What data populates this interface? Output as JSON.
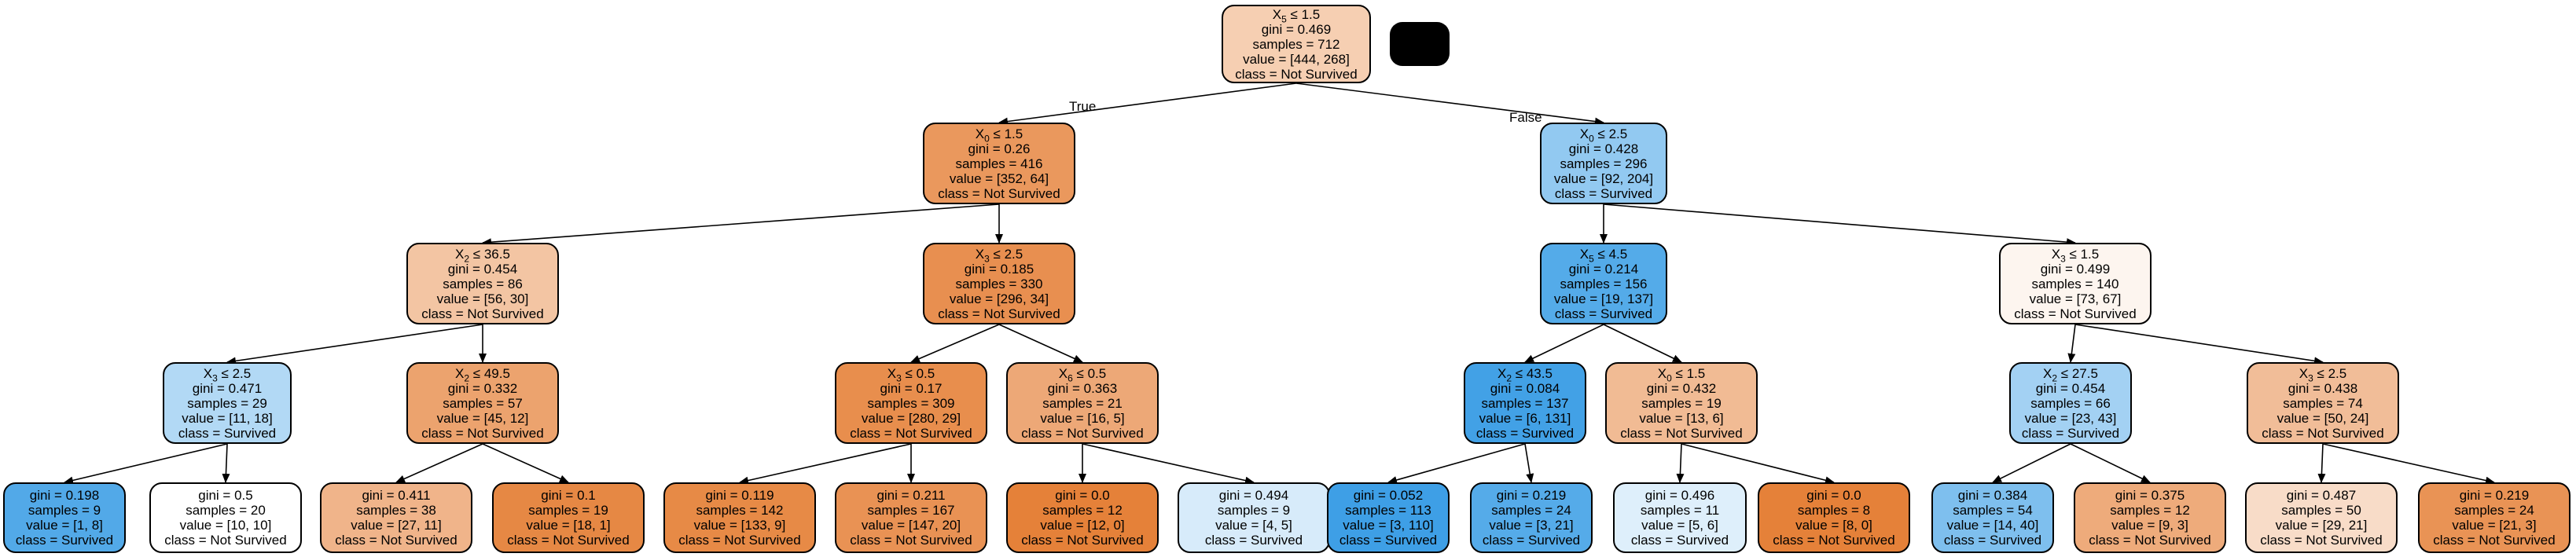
{
  "tree": {
    "edge_labels": {
      "true_label": "True",
      "false_label": "False"
    },
    "nodes": [
      {
        "id": "n0",
        "feature": "X",
        "feature_index": "5",
        "cond": "≤ 1.5",
        "gini": "gini = 0.469",
        "samples": "samples = 712",
        "value": "value = [444, 268]",
        "cls": "class = Not Survived",
        "fill": "#f6cfb2"
      },
      {
        "id": "n1",
        "feature": "X",
        "feature_index": "0",
        "cond": "≤ 1.5",
        "gini": "gini = 0.26",
        "samples": "samples = 416",
        "value": "value = [352, 64]",
        "cls": "class = Not Survived",
        "fill": "#ea985d"
      },
      {
        "id": "n2",
        "feature": "X",
        "feature_index": "0",
        "cond": "≤ 2.5",
        "gini": "gini = 0.428",
        "samples": "samples = 296",
        "value": "value = [92, 204]",
        "cls": "class = Survived",
        "fill": "#92c9f1"
      },
      {
        "id": "n3",
        "feature": "X",
        "feature_index": "2",
        "cond": "≤ 36.5",
        "gini": "gini = 0.454",
        "samples": "samples = 86",
        "value": "value = [56, 30]",
        "cls": "class = Not Survived",
        "fill": "#f3c5a3"
      },
      {
        "id": "n4",
        "feature": "X",
        "feature_index": "3",
        "cond": "≤ 2.5",
        "gini": "gini = 0.185",
        "samples": "samples = 330",
        "value": "value = [296, 34]",
        "cls": "class = Not Survived",
        "fill": "#e88f50"
      },
      {
        "id": "n5",
        "feature": "X",
        "feature_index": "5",
        "cond": "≤ 4.5",
        "gini": "gini = 0.214",
        "samples": "samples = 156",
        "value": "value = [19, 137]",
        "cls": "class = Survived",
        "fill": "#54abe9"
      },
      {
        "id": "n6",
        "feature": "X",
        "feature_index": "3",
        "cond": "≤ 1.5",
        "gini": "gini = 0.499",
        "samples": "samples = 140",
        "value": "value = [73, 67]",
        "cls": "class = Not Survived",
        "fill": "#fdf5ef"
      },
      {
        "id": "n7",
        "feature": "X",
        "feature_index": "3",
        "cond": "≤ 2.5",
        "gini": "gini = 0.471",
        "samples": "samples = 29",
        "value": "value = [11, 18]",
        "cls": "class = Survived",
        "fill": "#b2d9f5"
      },
      {
        "id": "n8",
        "feature": "X",
        "feature_index": "2",
        "cond": "≤ 49.5",
        "gini": "gini = 0.332",
        "samples": "samples = 57",
        "value": "value = [45, 12]",
        "cls": "class = Not Survived",
        "fill": "#eca36e"
      },
      {
        "id": "n9",
        "feature": "X",
        "feature_index": "3",
        "cond": "≤ 0.5",
        "gini": "gini = 0.17",
        "samples": "samples = 309",
        "value": "value = [280, 29]",
        "cls": "class = Not Survived",
        "fill": "#e88e4d"
      },
      {
        "id": "n10",
        "feature": "X",
        "feature_index": "6",
        "cond": "≤ 0.5",
        "gini": "gini = 0.363",
        "samples": "samples = 21",
        "value": "value = [16, 5]",
        "cls": "class = Not Survived",
        "fill": "#eda877"
      },
      {
        "id": "n11",
        "feature": "X",
        "feature_index": "2",
        "cond": "≤ 43.5",
        "gini": "gini = 0.084",
        "samples": "samples = 137",
        "value": "value = [6, 131]",
        "cls": "class = Survived",
        "fill": "#42a1e6"
      },
      {
        "id": "n12",
        "feature": "X",
        "feature_index": "0",
        "cond": "≤ 1.5",
        "gini": "gini = 0.432",
        "samples": "samples = 19",
        "value": "value = [13, 6]",
        "cls": "class = Not Survived",
        "fill": "#f1bb94"
      },
      {
        "id": "n13",
        "feature": "X",
        "feature_index": "2",
        "cond": "≤ 27.5",
        "gini": "gini = 0.454",
        "samples": "samples = 66",
        "value": "value = [23, 43]",
        "cls": "class = Survived",
        "fill": "#a3d1f3"
      },
      {
        "id": "n14",
        "feature": "X",
        "feature_index": "3",
        "cond": "≤ 2.5",
        "gini": "gini = 0.438",
        "samples": "samples = 74",
        "value": "value = [50, 24]",
        "cls": "class = Not Survived",
        "fill": "#f1bd98"
      },
      {
        "id": "n15",
        "gini": "gini = 0.198",
        "samples": "samples = 9",
        "value": "value = [1, 8]",
        "cls": "class = Survived",
        "fill": "#52a9e8"
      },
      {
        "id": "n16",
        "gini": "gini = 0.5",
        "samples": "samples = 20",
        "value": "value = [10, 10]",
        "cls": "class = Not Survived",
        "fill": "#ffffff"
      },
      {
        "id": "n17",
        "gini": "gini = 0.411",
        "samples": "samples = 38",
        "value": "value = [27, 11]",
        "cls": "class = Not Survived",
        "fill": "#f0b48a"
      },
      {
        "id": "n18",
        "gini": "gini = 0.1",
        "samples": "samples = 19",
        "value": "value = [18, 1]",
        "cls": "class = Not Survived",
        "fill": "#e68844"
      },
      {
        "id": "n19",
        "gini": "gini = 0.119",
        "samples": "samples = 142",
        "value": "value = [133, 9]",
        "cls": "class = Not Survived",
        "fill": "#e78a46"
      },
      {
        "id": "n20",
        "gini": "gini = 0.211",
        "samples": "samples = 167",
        "value": "value = [147, 20]",
        "cls": "class = Not Survived",
        "fill": "#e99254"
      },
      {
        "id": "n21",
        "gini": "gini = 0.0",
        "samples": "samples = 12",
        "value": "value = [12, 0]",
        "cls": "class = Not Survived",
        "fill": "#e58139"
      },
      {
        "id": "n22",
        "gini": "gini = 0.494",
        "samples": "samples = 9",
        "value": "value = [4, 5]",
        "cls": "class = Survived",
        "fill": "#d7ebfa"
      },
      {
        "id": "n23",
        "gini": "gini = 0.052",
        "samples": "samples = 113",
        "value": "value = [3, 110]",
        "cls": "class = Survived",
        "fill": "#3e9fe6"
      },
      {
        "id": "n24",
        "gini": "gini = 0.219",
        "samples": "samples = 24",
        "value": "value = [3, 21]",
        "cls": "class = Survived",
        "fill": "#55abe9"
      },
      {
        "id": "n25",
        "gini": "gini = 0.496",
        "samples": "samples = 11",
        "value": "value = [5, 6]",
        "cls": "class = Survived",
        "fill": "#deeffb"
      },
      {
        "id": "n26",
        "gini": "gini = 0.0",
        "samples": "samples = 8",
        "value": "value = [8, 0]",
        "cls": "class = Not Survived",
        "fill": "#e58139"
      },
      {
        "id": "n27",
        "gini": "gini = 0.384",
        "samples": "samples = 54",
        "value": "value = [14, 40]",
        "cls": "class = Survived",
        "fill": "#7ebfee"
      },
      {
        "id": "n28",
        "gini": "gini = 0.375",
        "samples": "samples = 12",
        "value": "value = [9, 3]",
        "cls": "class = Not Survived",
        "fill": "#eeab7b"
      },
      {
        "id": "n29",
        "gini": "gini = 0.487",
        "samples": "samples = 50",
        "value": "value = [29, 21]",
        "cls": "class = Not Survived",
        "fill": "#f8dcc8"
      },
      {
        "id": "n30",
        "gini": "gini = 0.219",
        "samples": "samples = 24",
        "value": "value = [21, 3]",
        "cls": "class = Not Survived",
        "fill": "#e99355"
      }
    ],
    "edges": [
      [
        "n0",
        "n1"
      ],
      [
        "n0",
        "n2"
      ],
      [
        "n1",
        "n3"
      ],
      [
        "n1",
        "n4"
      ],
      [
        "n2",
        "n5"
      ],
      [
        "n2",
        "n6"
      ],
      [
        "n3",
        "n7"
      ],
      [
        "n3",
        "n8"
      ],
      [
        "n4",
        "n9"
      ],
      [
        "n4",
        "n10"
      ],
      [
        "n5",
        "n11"
      ],
      [
        "n5",
        "n12"
      ],
      [
        "n6",
        "n13"
      ],
      [
        "n6",
        "n14"
      ],
      [
        "n7",
        "n15"
      ],
      [
        "n7",
        "n16"
      ],
      [
        "n8",
        "n17"
      ],
      [
        "n8",
        "n18"
      ],
      [
        "n9",
        "n19"
      ],
      [
        "n9",
        "n20"
      ],
      [
        "n10",
        "n21"
      ],
      [
        "n10",
        "n22"
      ],
      [
        "n11",
        "n23"
      ],
      [
        "n11",
        "n24"
      ],
      [
        "n12",
        "n25"
      ],
      [
        "n12",
        "n26"
      ],
      [
        "n13",
        "n27"
      ],
      [
        "n13",
        "n28"
      ],
      [
        "n14",
        "n29"
      ],
      [
        "n14",
        "n30"
      ]
    ]
  }
}
